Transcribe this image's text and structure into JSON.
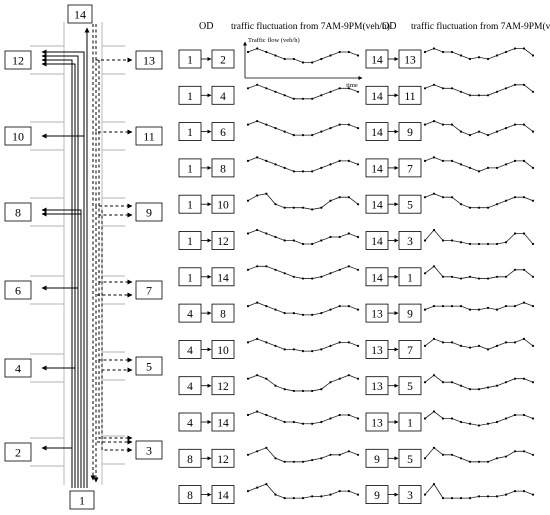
{
  "network": {
    "left_nodes": [
      "12",
      "10",
      "8",
      "6",
      "4",
      "2"
    ],
    "right_nodes": [
      "13",
      "11",
      "9",
      "7",
      "5",
      "3"
    ],
    "top_node": "14",
    "bottom_node": "1"
  },
  "table": {
    "header_od": "OD",
    "header_title": "traffic fluctuation from 7AM-9PM(veh/h)",
    "y_axis_label": "Traffic flow (veh/h)",
    "x_axis_label": "time",
    "left_rows": [
      {
        "from": "1",
        "to": "2",
        "values": [
          6,
          7,
          6,
          5,
          4,
          4,
          3,
          3,
          4,
          5,
          6,
          6,
          5
        ]
      },
      {
        "from": "1",
        "to": "4",
        "values": [
          6,
          7,
          6,
          5,
          4,
          3,
          3,
          3,
          4,
          5,
          6,
          6,
          5
        ]
      },
      {
        "from": "1",
        "to": "6",
        "values": [
          6,
          7,
          6,
          5,
          4,
          3,
          3,
          3,
          4,
          5,
          6,
          6,
          5
        ]
      },
      {
        "from": "1",
        "to": "8",
        "values": [
          6,
          7,
          6,
          5,
          4,
          3,
          3,
          3,
          4,
          5,
          6,
          6,
          5
        ]
      },
      {
        "from": "1",
        "to": "10",
        "values": [
          5,
          6.5,
          7,
          4,
          3,
          3,
          3,
          2.5,
          3,
          5,
          6,
          6,
          4
        ]
      },
      {
        "from": "1",
        "to": "12",
        "values": [
          6,
          7,
          6,
          5,
          4,
          4,
          3,
          3,
          4,
          5,
          5,
          6,
          5
        ]
      },
      {
        "from": "1",
        "to": "14",
        "values": [
          6,
          7,
          7,
          6,
          5,
          4,
          3.5,
          3.5,
          4,
          5,
          6,
          7,
          6
        ]
      },
      {
        "from": "4",
        "to": "8",
        "values": [
          6,
          7,
          6,
          5,
          4,
          4,
          3.5,
          3.5,
          4,
          5,
          6,
          6,
          5
        ]
      },
      {
        "from": "4",
        "to": "10",
        "values": [
          6,
          7,
          6,
          5,
          4,
          4,
          3.5,
          3.5,
          4,
          5,
          6,
          6,
          5
        ]
      },
      {
        "from": "4",
        "to": "12",
        "values": [
          6,
          7,
          6,
          4,
          3,
          2.5,
          2.5,
          2.5,
          3,
          5,
          6,
          7,
          6
        ]
      },
      {
        "from": "4",
        "to": "14",
        "values": [
          6,
          7,
          6,
          5,
          4,
          4,
          3.5,
          3.5,
          4,
          5,
          6,
          6,
          5
        ]
      },
      {
        "from": "8",
        "to": "12",
        "values": [
          5,
          6,
          7,
          4,
          3,
          3,
          3,
          3.5,
          4,
          5,
          5,
          6,
          5
        ]
      },
      {
        "from": "8",
        "to": "14",
        "values": [
          5,
          6,
          7,
          4,
          3,
          3,
          3,
          3.5,
          3.5,
          4,
          5,
          5,
          4
        ]
      }
    ],
    "right_rows": [
      {
        "from": "14",
        "to": "13",
        "values": [
          6,
          7,
          6,
          6,
          5,
          4,
          4.5,
          4,
          5,
          6,
          7,
          7,
          5
        ]
      },
      {
        "from": "14",
        "to": "11",
        "values": [
          6,
          7,
          6,
          6,
          5,
          4,
          4,
          4,
          5,
          6,
          7,
          7,
          5
        ]
      },
      {
        "from": "14",
        "to": "9",
        "values": [
          6,
          7,
          6,
          6,
          4,
          3,
          4,
          3,
          4,
          5,
          6,
          6,
          4
        ]
      },
      {
        "from": "14",
        "to": "7",
        "values": [
          6,
          7,
          6,
          6,
          5,
          4,
          3,
          4,
          4,
          5,
          6,
          6,
          4
        ]
      },
      {
        "from": "14",
        "to": "5",
        "values": [
          6,
          7,
          6,
          6,
          4,
          3,
          3,
          3,
          4,
          5,
          6,
          6,
          5
        ]
      },
      {
        "from": "14",
        "to": "3",
        "values": [
          4,
          7,
          4,
          4,
          3.5,
          3,
          3,
          3,
          3,
          3.5,
          6,
          6,
          3
        ]
      },
      {
        "from": "14",
        "to": "1",
        "values": [
          5,
          7,
          4,
          4,
          3.5,
          4,
          3.5,
          3.5,
          4,
          4,
          6,
          6,
          4
        ]
      },
      {
        "from": "13",
        "to": "9",
        "values": [
          5,
          6,
          6,
          6,
          6,
          5,
          5,
          5.5,
          5,
          6,
          6,
          7,
          6
        ]
      },
      {
        "from": "13",
        "to": "7",
        "values": [
          5,
          7,
          6,
          6,
          5,
          4.5,
          5,
          4,
          5,
          6,
          6,
          7,
          5
        ]
      },
      {
        "from": "13",
        "to": "5",
        "values": [
          5,
          7,
          5,
          5,
          4,
          3,
          3,
          3.5,
          4,
          5,
          6,
          6,
          5
        ]
      },
      {
        "from": "13",
        "to": "1",
        "values": [
          5,
          7,
          5,
          5,
          4,
          3.5,
          3,
          3.5,
          4,
          5,
          6,
          6,
          5
        ]
      },
      {
        "from": "9",
        "to": "5",
        "values": [
          4,
          7,
          5,
          5,
          4,
          3,
          3,
          3,
          4,
          4.5,
          6,
          6,
          5
        ]
      },
      {
        "from": "9",
        "to": "3",
        "values": [
          4,
          7,
          3,
          3,
          3,
          3,
          3.5,
          3.5,
          3.5,
          4,
          5,
          5,
          4
        ]
      }
    ]
  }
}
